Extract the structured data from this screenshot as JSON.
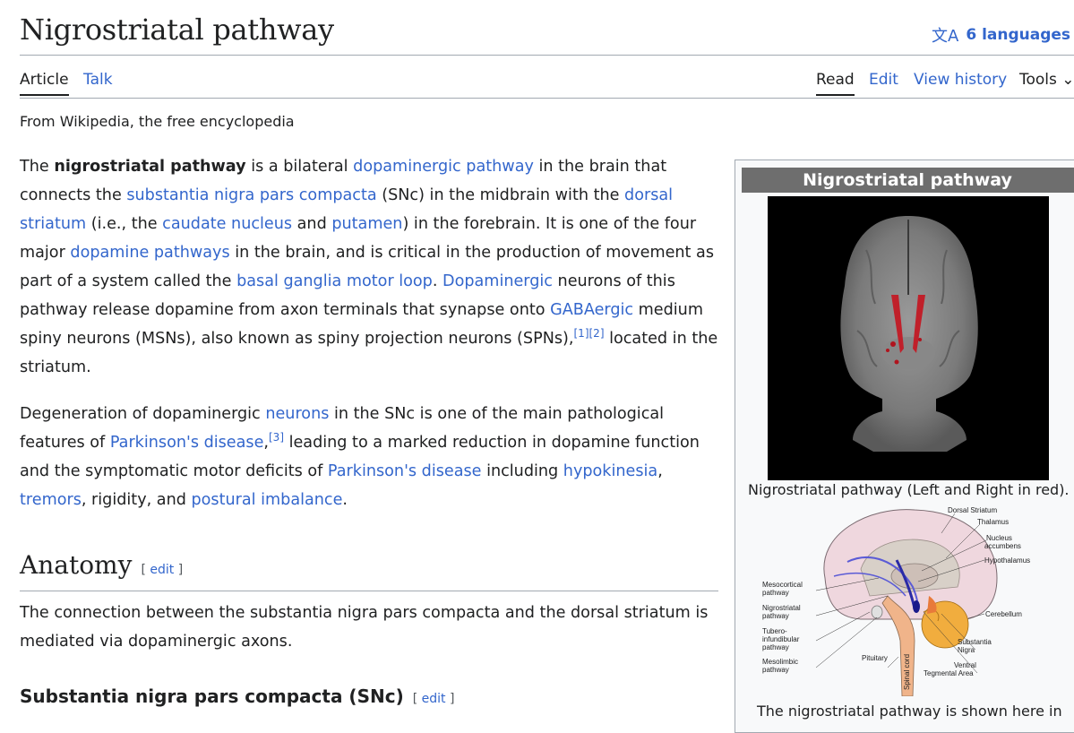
{
  "page": {
    "title": "Nigrostriatal pathway",
    "languages": "6 languages",
    "tagline": "From Wikipedia, the free encyclopedia"
  },
  "tabs": {
    "article": "Article",
    "talk": "Talk",
    "read": "Read",
    "edit": "Edit",
    "view_history": "View history",
    "tools": "Tools"
  },
  "para1": {
    "t1": "The ",
    "b1": "nigrostriatal pathway",
    "t2": " is a bilateral ",
    "l1": "dopaminergic pathway",
    "t3": " in the brain that connects the ",
    "l2": "substantia nigra pars compacta",
    "t4": " (SNc) in the midbrain with the ",
    "l3": "dorsal striatum",
    "t5": " (i.e., the ",
    "l4": "caudate nucleus",
    "t6": " and ",
    "l5": "putamen",
    "t7": ") in the forebrain. It is one of the four major ",
    "l6": "dopamine pathways",
    "t8": " in the brain, and is critical in the production of movement as part of a system called the ",
    "l7": "basal ganglia motor loop",
    "t9": ". ",
    "l8": "Dopaminergic",
    "t10": " neurons of this pathway release dopamine from axon terminals that synapse onto ",
    "l9": "GABAergic",
    "t11": " medium spiny neurons (MSNs), also known as spiny projection neurons (SPNs),",
    "r1": "[1]",
    "r2": "[2]",
    "t12": " located in the striatum."
  },
  "para2": {
    "t1": "Degeneration of dopaminergic ",
    "l1": "neurons",
    "t2": " in the SNc is one of the main pathological features of ",
    "l2": "Parkinson's disease",
    "t3": ",",
    "r1": "[3]",
    "t4": " leading to a marked reduction in dopamine function and the symptomatic motor deficits of ",
    "l3": "Parkinson's disease",
    "t5": " including ",
    "l4": "hypokinesia",
    "t6": ", ",
    "l5": "tremors",
    "t7": ", rigidity, and ",
    "l6": "postural imbalance",
    "t8": "."
  },
  "anatomy": {
    "heading": "Anatomy",
    "edit_open": "[ ",
    "edit": "edit",
    "edit_close": " ]",
    "text": "The connection between the substantia nigra pars compacta and the dorsal striatum is mediated via dopaminergic axons."
  },
  "snc": {
    "heading": "Substantia nigra pars compacta (SNc)",
    "edit_open": "[ ",
    "edit": "edit",
    "edit_close": " ]"
  },
  "infobox": {
    "title": "Nigrostriatal pathway",
    "caption1": "Nigrostriatal pathway (Left and Right in red).",
    "caption2": "The nigrostriatal pathway is shown here in",
    "labels": {
      "dorsal_striatum": "Dorsal Striatum",
      "thalamus": "Thalamus",
      "nucleus": "Nucleus",
      "accumbens": "accumbens",
      "hypothalamus": "Hypothalamus",
      "mesocortical1": "Mesocortical",
      "mesocortical2": "pathway",
      "nigrostriatal1": "Nigrostriatal",
      "nigrostriatal2": "pathway",
      "tubero1": "Tubero-",
      "tubero2": "infundibular",
      "tubero3": "pathway",
      "mesolimbic1": "Mesolimbic",
      "mesolimbic2": "pathway",
      "pituitary": "Pituitary",
      "spinal_cord": "Spinal cord",
      "cerebellum": "Cerebellum",
      "substantia1": "Substantia",
      "substantia2": "Nigra",
      "ventral1": "Ventral",
      "ventral2": "Tegmental Area"
    }
  },
  "colors": {
    "link": "#3366cc",
    "text": "#202122",
    "rule": "#a2a9b1",
    "infobox_title_bg": "#6e6e6e"
  }
}
